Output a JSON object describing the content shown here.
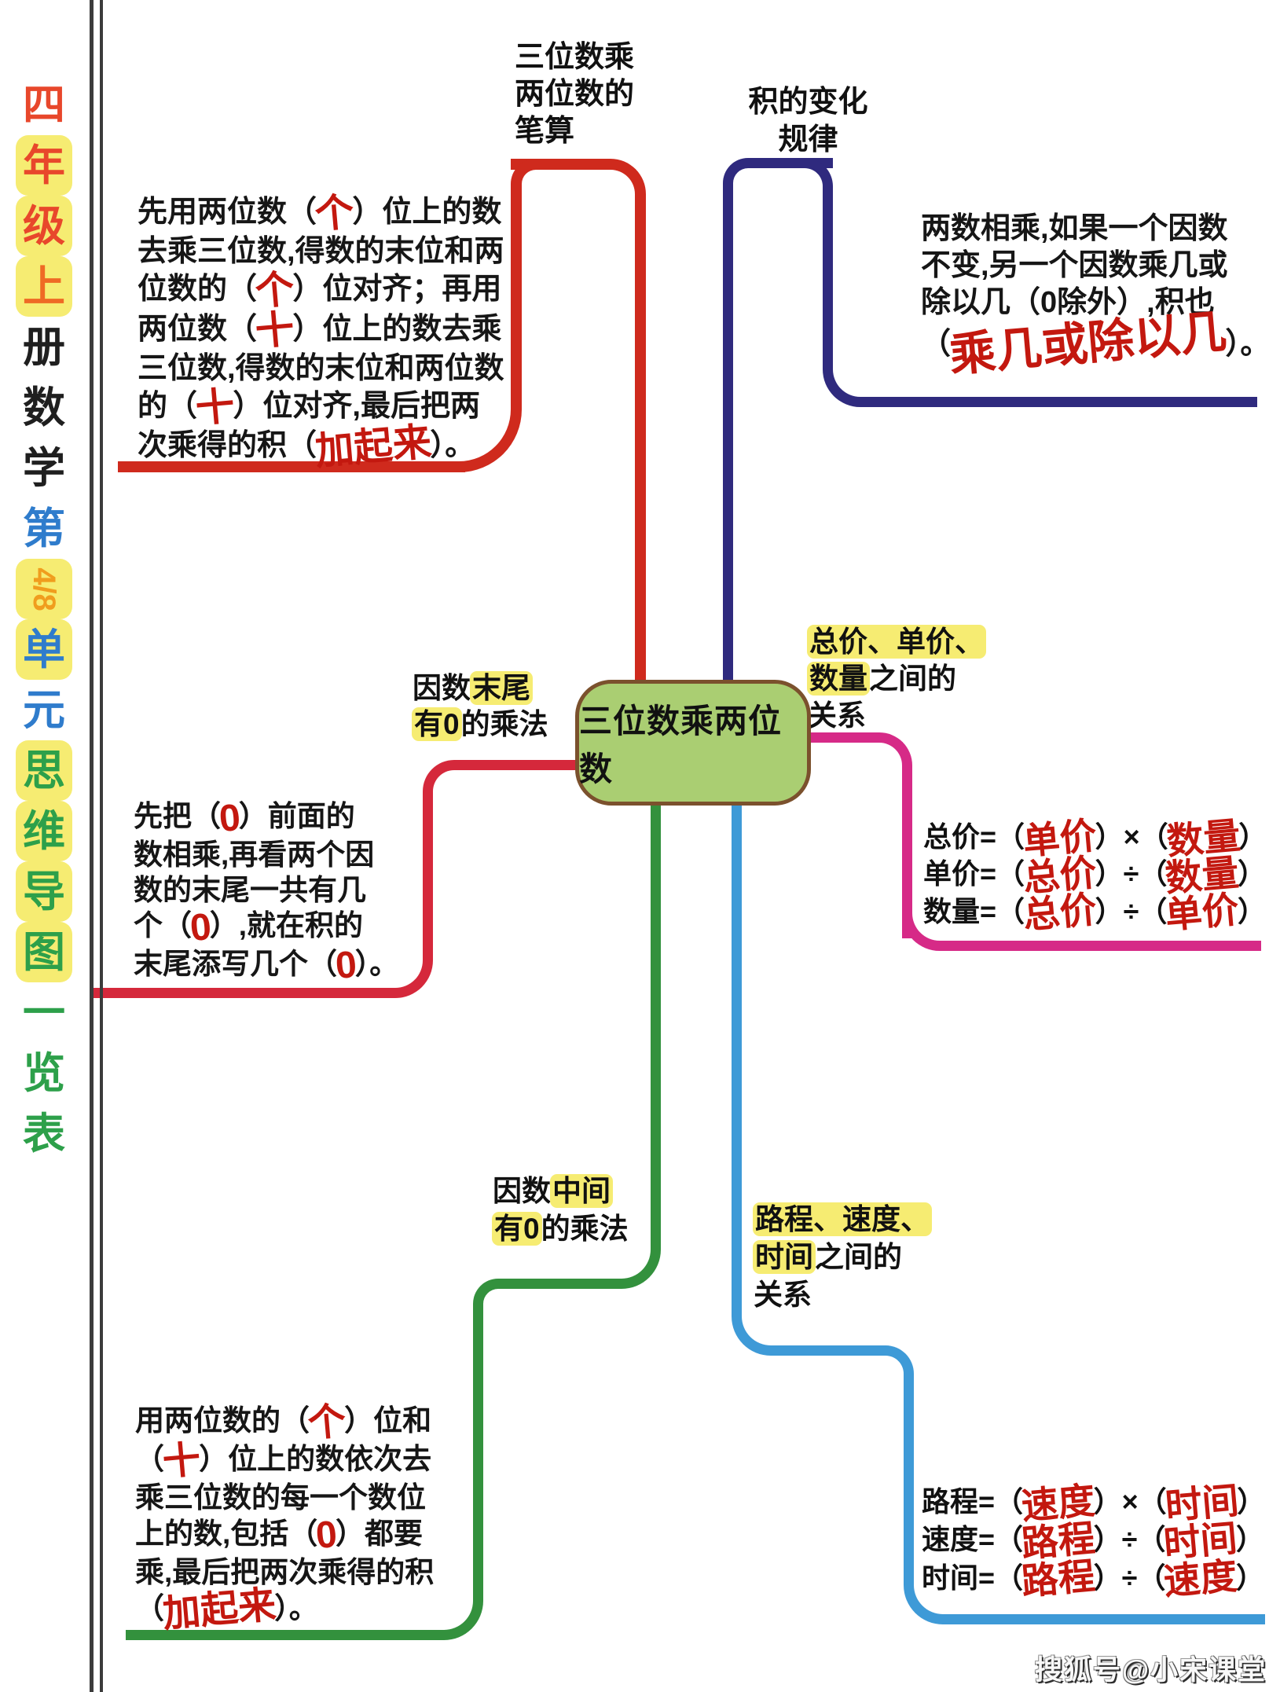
{
  "colors": {
    "red": "#cf2a1d",
    "crimson": "#d5283b",
    "navy": "#2f2a7e",
    "pink": "#d62a87",
    "green": "#33913d",
    "blue": "#3e9ad7",
    "node_fill": "#aace72",
    "node_border": "#7b512d",
    "highlight": "#f6ec72",
    "hand": "#c3180f"
  },
  "center_node": {
    "label": "三位数乘两位数"
  },
  "watermark": "搜狐号@小宋课堂",
  "sidebar": {
    "chars": [
      {
        "ch": "四",
        "color": "#e8472b"
      },
      {
        "ch": "年",
        "color": "#e8472b",
        "hl": true
      },
      {
        "ch": "级",
        "color": "#e8472b",
        "hl": true
      },
      {
        "ch": "上",
        "color": "#ef6a24",
        "hl": true
      },
      {
        "ch": "册",
        "color": "#1f1f1f"
      },
      {
        "ch": "数",
        "color": "#1f1f1f"
      },
      {
        "ch": "学",
        "color": "#1f1f1f"
      },
      {
        "ch": "第",
        "color": "#2f7ccc"
      },
      {
        "ch": "4/8",
        "color": "#f09d1e",
        "hl": true,
        "rot": true
      },
      {
        "ch": "单",
        "color": "#2f7ccc",
        "hl": true
      },
      {
        "ch": "元",
        "color": "#2f7ccc"
      },
      {
        "ch": "思",
        "color": "#2da04a",
        "hl": true
      },
      {
        "ch": "维",
        "color": "#2da04a",
        "hl": true
      },
      {
        "ch": "导",
        "color": "#2da04a",
        "hl": true
      },
      {
        "ch": "图",
        "color": "#2da04a",
        "hl": true
      },
      {
        "ch": "一",
        "color": "#2da04a"
      },
      {
        "ch": "览",
        "color": "#2da04a"
      },
      {
        "ch": "表",
        "color": "#2da04a"
      }
    ]
  },
  "branches": {
    "written_method": {
      "title_segments": [
        {
          "t": "三位数乘"
        },
        {
          "br": true
        },
        {
          "t": "两位数的"
        },
        {
          "br": true
        },
        {
          "t": "笔算"
        }
      ],
      "note_segments": [
        {
          "t": "先用两位数（"
        },
        {
          "t": "个",
          "hw": true
        },
        {
          "t": "）位上的数"
        },
        {
          "br": true
        },
        {
          "t": "去乘三位数,得数的末位和两"
        },
        {
          "br": true
        },
        {
          "t": "位数的（"
        },
        {
          "t": "个",
          "hw": true
        },
        {
          "t": "）位对齐；再用"
        },
        {
          "br": true
        },
        {
          "t": "两位数（"
        },
        {
          "t": "十",
          "hw": true
        },
        {
          "t": "）位上的数去乘"
        },
        {
          "br": true
        },
        {
          "t": "三位数,得数的末位和两位数"
        },
        {
          "br": true
        },
        {
          "t": "的（"
        },
        {
          "t": "十",
          "hw": true
        },
        {
          "t": "）位对齐,最后把两"
        },
        {
          "br": true
        },
        {
          "t": "次乘得的积（"
        },
        {
          "t": "加起来",
          "hw": true
        },
        {
          "t": "）。"
        }
      ]
    },
    "product_change": {
      "title_segments": [
        {
          "t": "积的变化"
        },
        {
          "br": true
        },
        {
          "t": "规律"
        }
      ],
      "note_segments": [
        {
          "t": "两数相乘,如果一个因数"
        },
        {
          "br": true
        },
        {
          "t": "不变,另一个因数乘几或"
        },
        {
          "br": true
        },
        {
          "t": "除以几（0除外）,积也"
        },
        {
          "br": true
        },
        {
          "t": "（"
        },
        {
          "t": "乘几或除以几",
          "hw": true,
          "big": true
        },
        {
          "t": "）。"
        }
      ]
    },
    "factor_tail_zero": {
      "label_segments": [
        {
          "t": "因数"
        },
        {
          "t": "末尾",
          "hl": true
        },
        {
          "br": true
        },
        {
          "t": "有0",
          "hl": true
        },
        {
          "t": "的乘法"
        }
      ],
      "note_segments": [
        {
          "t": "先把（"
        },
        {
          "t": "0",
          "hw": true
        },
        {
          "t": "）前面的"
        },
        {
          "br": true
        },
        {
          "t": "数相乘,再看两个因"
        },
        {
          "br": true
        },
        {
          "t": "数的末尾一共有几"
        },
        {
          "br": true
        },
        {
          "t": "个（"
        },
        {
          "t": "0",
          "hw": true
        },
        {
          "t": "）,就在积的"
        },
        {
          "br": true
        },
        {
          "t": "末尾添写几个（"
        },
        {
          "t": "0",
          "hw": true
        },
        {
          "t": "）。"
        }
      ]
    },
    "price_relation": {
      "label_segments": [
        {
          "t": "总价、单价、",
          "hl": true
        },
        {
          "br": true
        },
        {
          "t": "数量",
          "hl": true
        },
        {
          "t": "之间的"
        },
        {
          "br": true
        },
        {
          "t": "关系"
        }
      ],
      "formula_segments": [
        {
          "t": "总价=（"
        },
        {
          "t": "单价",
          "hw": true
        },
        {
          "t": "）×（"
        },
        {
          "t": "数量",
          "hw": true
        },
        {
          "t": "）"
        },
        {
          "br": true
        },
        {
          "t": "单价=（"
        },
        {
          "t": "总价",
          "hw": true
        },
        {
          "t": "）÷（"
        },
        {
          "t": "数量",
          "hw": true
        },
        {
          "t": "）"
        },
        {
          "br": true
        },
        {
          "t": "数量=（"
        },
        {
          "t": "总价",
          "hw": true
        },
        {
          "t": "）÷（"
        },
        {
          "t": "单价",
          "hw": true
        },
        {
          "t": "）"
        }
      ]
    },
    "factor_middle_zero": {
      "label_segments": [
        {
          "t": "因数"
        },
        {
          "t": "中间",
          "hl": true
        },
        {
          "br": true
        },
        {
          "t": "有0",
          "hl": true
        },
        {
          "t": "的乘法"
        }
      ],
      "note_segments": [
        {
          "t": "用两位数的（"
        },
        {
          "t": "个",
          "hw": true
        },
        {
          "t": "）位和"
        },
        {
          "br": true
        },
        {
          "t": "（"
        },
        {
          "t": "十",
          "hw": true
        },
        {
          "t": "）位上的数依次去"
        },
        {
          "br": true
        },
        {
          "t": "乘三位数的每一个数位"
        },
        {
          "br": true
        },
        {
          "t": "上的数,包括（"
        },
        {
          "t": "0",
          "hw": true
        },
        {
          "t": "）都要"
        },
        {
          "br": true
        },
        {
          "t": "乘,最后把两次乘得的积"
        },
        {
          "br": true
        },
        {
          "t": "（"
        },
        {
          "t": "加起来",
          "hw": true
        },
        {
          "t": "）。"
        }
      ]
    },
    "distance_relation": {
      "label_segments": [
        {
          "t": "路程、速度、",
          "hl": true
        },
        {
          "br": true
        },
        {
          "t": "时间",
          "hl": true
        },
        {
          "t": "之间的"
        },
        {
          "br": true
        },
        {
          "t": "关系"
        }
      ],
      "formula_segments": [
        {
          "t": "路程=（"
        },
        {
          "t": "速度",
          "hw": true
        },
        {
          "t": "）×（"
        },
        {
          "t": "时间",
          "hw": true
        },
        {
          "t": "）"
        },
        {
          "br": true
        },
        {
          "t": "速度=（"
        },
        {
          "t": "路程",
          "hw": true
        },
        {
          "t": "）÷（"
        },
        {
          "t": "时间",
          "hw": true
        },
        {
          "t": "）"
        },
        {
          "br": true
        },
        {
          "t": "时间=（"
        },
        {
          "t": "路程",
          "hw": true
        },
        {
          "t": "）÷（"
        },
        {
          "t": "速度",
          "hw": true
        },
        {
          "t": "）"
        }
      ]
    }
  }
}
